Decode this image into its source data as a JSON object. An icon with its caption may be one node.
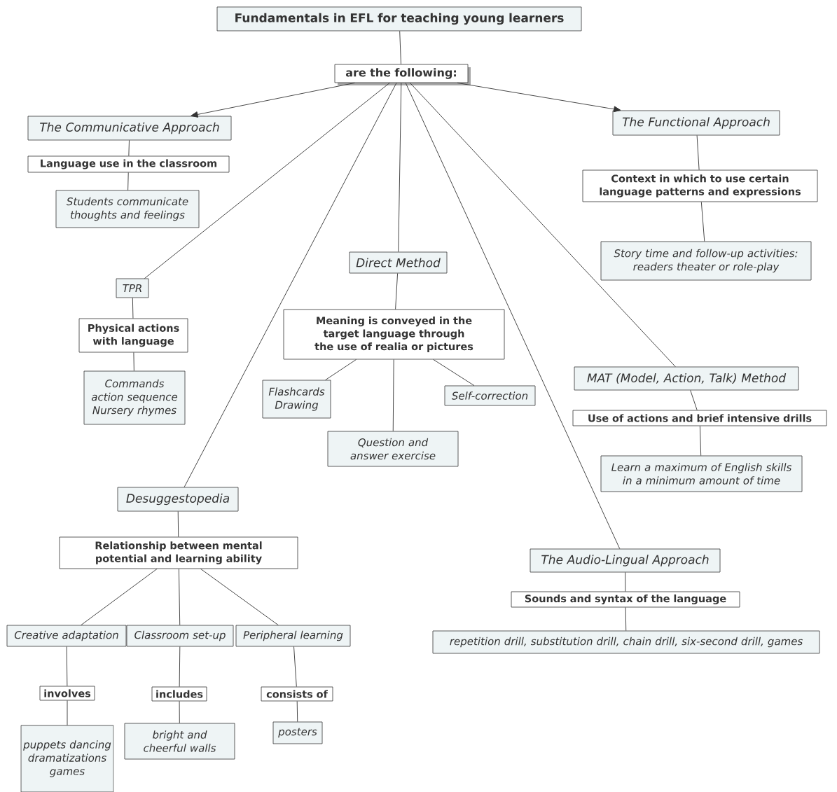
{
  "diagram": {
    "nodes": [
      {
        "text": [
          "Fundamentals in EFL for teaching young learners"
        ]
      },
      {
        "text": [
          "are the following:"
        ]
      },
      {
        "text": [
          "The Communicative Approach"
        ]
      },
      {
        "text": [
          "Language use in the classroom"
        ]
      },
      {
        "text": [
          "Students communicate thoughts and feelings"
        ]
      },
      {
        "text": [
          "TPR"
        ]
      },
      {
        "text": [
          "Physical actions with language"
        ]
      },
      {
        "text": [
          "Commands action sequence Nursery rhymes"
        ]
      },
      {
        "text": [
          "Direct Method"
        ]
      },
      {
        "text": [
          "Meaning is conveyed in the target language through the use of realia or pictures"
        ]
      },
      {
        "text": [
          "Flashcards Drawing"
        ]
      },
      {
        "text": [
          "Self-correction"
        ]
      },
      {
        "text": [
          "Question and answer exercise"
        ]
      },
      {
        "text": [
          "Desuggestopedia"
        ]
      },
      {
        "text": [
          "Relationship between mental potential and learning ability"
        ]
      },
      {
        "text": [
          "Creative adaptation"
        ]
      },
      {
        "text": [
          "Classroom set-up"
        ]
      },
      {
        "text": [
          "Peripheral learning"
        ]
      },
      {
        "text": [
          "involves"
        ]
      },
      {
        "text": [
          "includes"
        ]
      },
      {
        "text": [
          "consists of"
        ]
      },
      {
        "text": [
          "puppets dancing dramatizations games"
        ]
      },
      {
        "text": [
          "bright and cheerful walls"
        ]
      },
      {
        "text": [
          "posters"
        ]
      },
      {
        "text": [
          "The Functional Approach"
        ]
      },
      {
        "text": [
          "Context in which to use certain language patterns and expressions"
        ]
      },
      {
        "text": [
          "Story time and follow-up activities: readers theater or role-play"
        ]
      },
      {
        "text": [
          "MAT (Model, Action, Talk) Method"
        ]
      },
      {
        "text": [
          "Use of actions and brief intensive drills"
        ]
      },
      {
        "text": [
          "Learn a maximum of English skills in a minimum amount of time"
        ]
      },
      {
        "text": [
          "The Audio-Lingual Approach"
        ]
      },
      {
        "text": [
          "Sounds and syntax of the language"
        ]
      },
      {
        "text": [
          "repetition drill, substitution drill, chain drill, six-second drill, games"
        ]
      }
    ],
    "edges": [
      {
        "from": 0,
        "to": 1,
        "arrow": "none"
      },
      {
        "from": 1,
        "to": 2,
        "arrow": "to"
      },
      {
        "from": 1,
        "to": 24,
        "arrow": "to"
      },
      {
        "from": 1,
        "to": 5,
        "arrow": "none"
      },
      {
        "from": 1,
        "to": 13,
        "arrow": "none"
      },
      {
        "from": 1,
        "to": 8,
        "arrow": "none"
      },
      {
        "from": 1,
        "to": 30,
        "arrow": "none"
      },
      {
        "from": 1,
        "to": 27,
        "arrow": "none"
      },
      {
        "from": 2,
        "to": 3,
        "arrow": "none"
      },
      {
        "from": 3,
        "to": 4,
        "arrow": "none"
      },
      {
        "from": 5,
        "to": 6,
        "arrow": "none"
      },
      {
        "from": 6,
        "to": 7,
        "arrow": "none"
      },
      {
        "from": 8,
        "to": 9,
        "arrow": "none"
      },
      {
        "from": 9,
        "to": 10,
        "arrow": "none"
      },
      {
        "from": 9,
        "to": 12,
        "arrow": "none"
      },
      {
        "from": 9,
        "to": 11,
        "arrow": "none"
      },
      {
        "from": 13,
        "to": 14,
        "arrow": "none"
      },
      {
        "from": 14,
        "to": 15,
        "arrow": "none"
      },
      {
        "from": 14,
        "to": 16,
        "arrow": "none"
      },
      {
        "from": 14,
        "to": 17,
        "arrow": "none"
      },
      {
        "from": 15,
        "to": 18,
        "arrow": "none"
      },
      {
        "from": 18,
        "to": 21,
        "arrow": "none"
      },
      {
        "from": 16,
        "to": 19,
        "arrow": "none"
      },
      {
        "from": 19,
        "to": 22,
        "arrow": "none"
      },
      {
        "from": 17,
        "to": 20,
        "arrow": "none"
      },
      {
        "from": 20,
        "to": 23,
        "arrow": "none"
      },
      {
        "from": 24,
        "to": 25,
        "arrow": "none"
      },
      {
        "from": 25,
        "to": 26,
        "arrow": "none"
      },
      {
        "from": 27,
        "to": 28,
        "arrow": "none"
      },
      {
        "from": 28,
        "to": 29,
        "arrow": "none"
      },
      {
        "from": 30,
        "to": 31,
        "arrow": "none"
      },
      {
        "from": 31,
        "to": 32,
        "arrow": "none"
      }
    ]
  }
}
